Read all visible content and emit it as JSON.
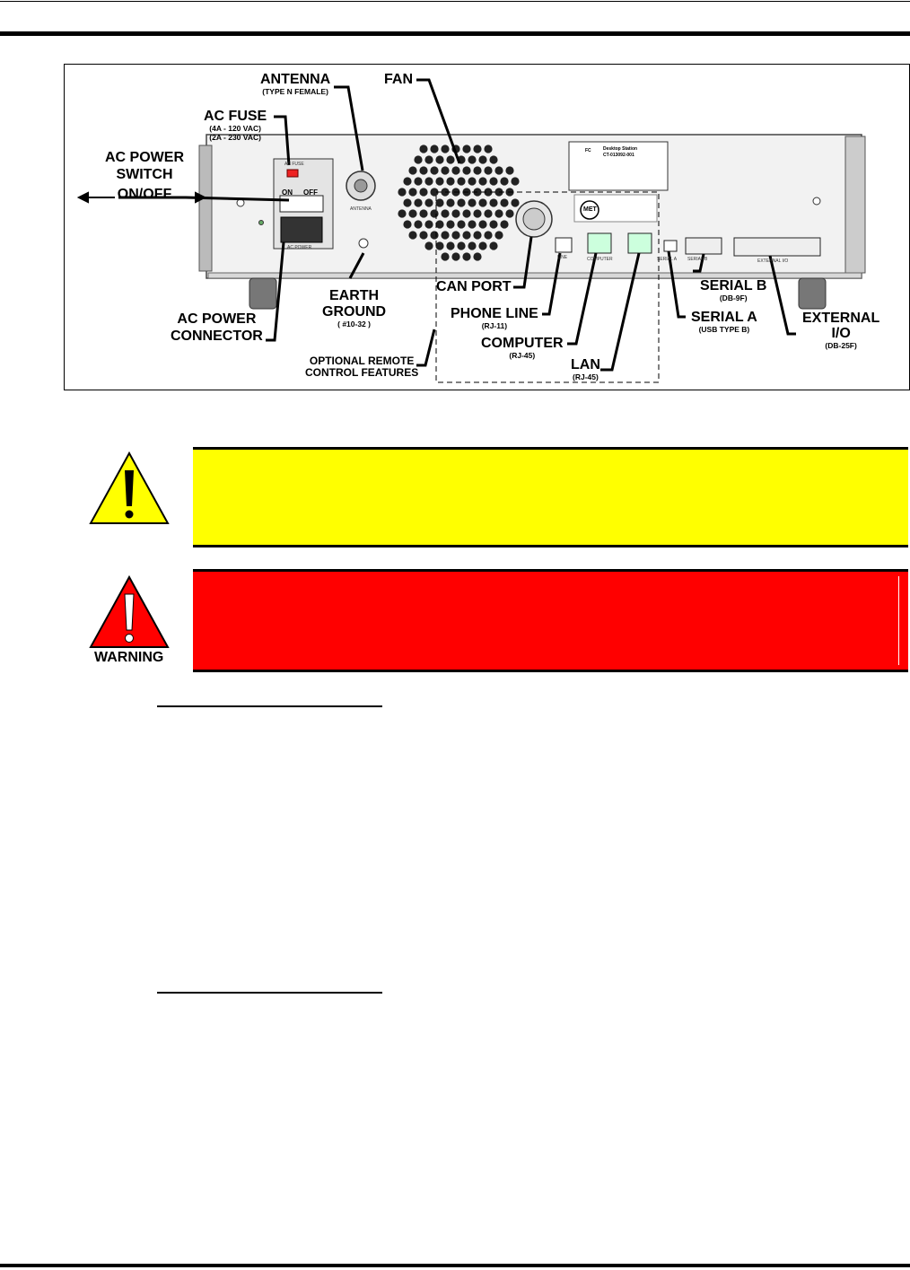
{
  "figure": {
    "callouts": {
      "antenna": {
        "label": "ANTENNA",
        "sub": "(TYPE N FEMALE)"
      },
      "fan": {
        "label": "FAN"
      },
      "ac_fuse": {
        "label": "AC  FUSE",
        "sub1": "(4A - 120 VAC)",
        "sub2": "(2A - 230 VAC)"
      },
      "ac_power_switch": {
        "line1": "AC POWER",
        "line2": "SWITCH",
        "line3": "ON/OFF"
      },
      "ac_power_connector": {
        "line1": "AC POWER",
        "line2": "CONNECTOR"
      },
      "earth_ground": {
        "line1": "EARTH",
        "line2": "GROUND",
        "sub": "( #10-32 )"
      },
      "optional_remote": {
        "line1": "OPTIONAL REMOTE",
        "line2": "CONTROL FEATURES"
      },
      "can_port": {
        "label": "CAN PORT"
      },
      "phone_line": {
        "label": "PHONE LINE",
        "sub": "(RJ-11)"
      },
      "computer": {
        "label": "COMPUTER",
        "sub": "(RJ-45)"
      },
      "lan": {
        "label": "LAN",
        "sub": "(RJ-45)"
      },
      "serial_a": {
        "label": "SERIAL A",
        "sub": "(USB TYPE B)"
      },
      "serial_b": {
        "label": "SERIAL B",
        "sub": "(DB-9F)"
      },
      "external_io": {
        "line1": "EXTERNAL",
        "line2": "I/O",
        "sub": "(DB-25F)"
      }
    },
    "panel": {
      "fcc_title": "Desktop Station",
      "fcc_part": "CT-013092-001",
      "fcc_logo": "FC",
      "met_logo": "MET",
      "on": "ON",
      "off": "OFF",
      "ac_fuse_label": "AC FUSE",
      "ac_power_label": "AC POWER",
      "antenna_label": "ANTENNA",
      "phone_label": "LINE",
      "computer_label": "COMPUTER",
      "serial_a_label": "SERIAL A",
      "serial_b_label": "SERIAL B",
      "external_label": "EXTERNAL I/O"
    }
  },
  "warning": {
    "label": "WARNING"
  },
  "colors": {
    "caution": "#ffff00",
    "warning": "#ff0000"
  }
}
